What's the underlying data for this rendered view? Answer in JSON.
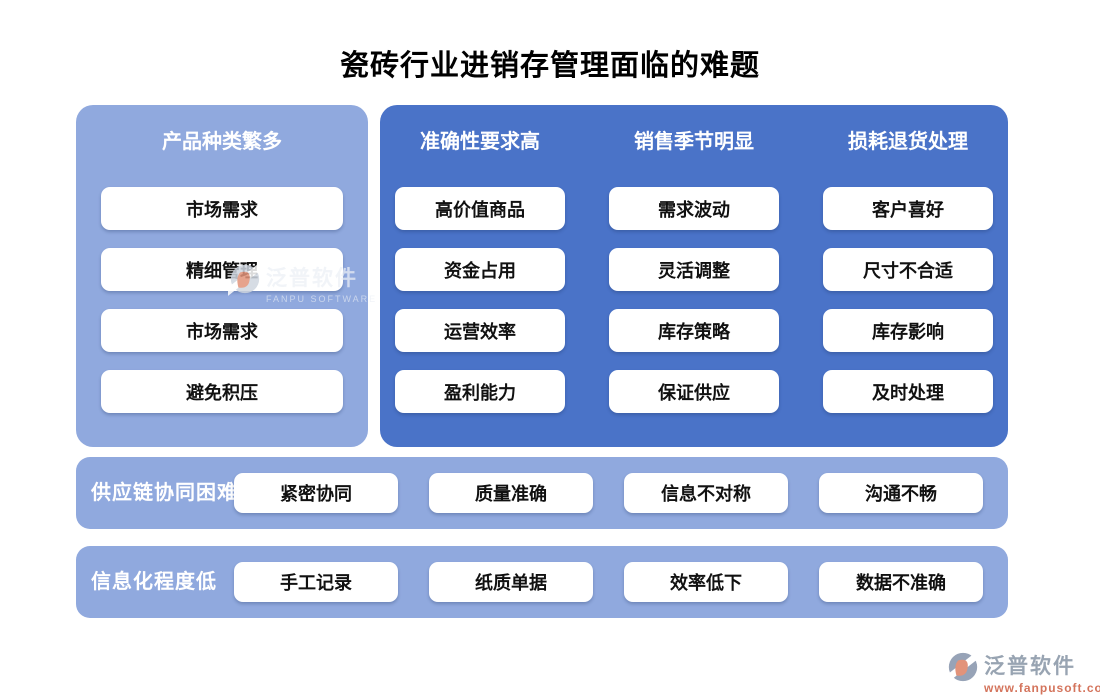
{
  "title": "瓷砖行业进销存管理面临的难题",
  "colors": {
    "light_blue_panel": "#90A9DE",
    "dark_blue_panel": "#4A73C8",
    "card_background": "#FFFFFF",
    "card_text": "#111111",
    "header_text": "#FFFFFF",
    "watermark_gray": "#98A4B2",
    "watermark_orange": "#D4745C"
  },
  "left_panel": {
    "header": "产品种类繁多",
    "items": [
      "市场需求",
      "精细管理",
      "市场需求",
      "避免积压"
    ]
  },
  "right_panel": {
    "columns": [
      {
        "header": "准确性要求高",
        "items": [
          "高价值商品",
          "资金占用",
          "运营效率",
          "盈利能力"
        ]
      },
      {
        "header": "销售季节明显",
        "items": [
          "需求波动",
          "灵活调整",
          "库存策略",
          "保证供应"
        ]
      },
      {
        "header": "损耗退货处理",
        "items": [
          "客户喜好",
          "尺寸不合适",
          "库存影响",
          "及时处理"
        ]
      }
    ]
  },
  "bottom_rows": [
    {
      "label": "供应链协同困难",
      "items": [
        "紧密协同",
        "质量准确",
        "信息不对称",
        "沟通不畅"
      ]
    },
    {
      "label": "信息化程度低",
      "items": [
        "手工记录",
        "纸质单据",
        "效率低下",
        "数据不准确"
      ]
    }
  ],
  "watermarks": {
    "center": {
      "brand": "泛普软件",
      "sub": "FANPU SOFTWARE"
    },
    "corner": {
      "brand": "泛普软件",
      "url": "www.fanpusoft.com"
    }
  }
}
